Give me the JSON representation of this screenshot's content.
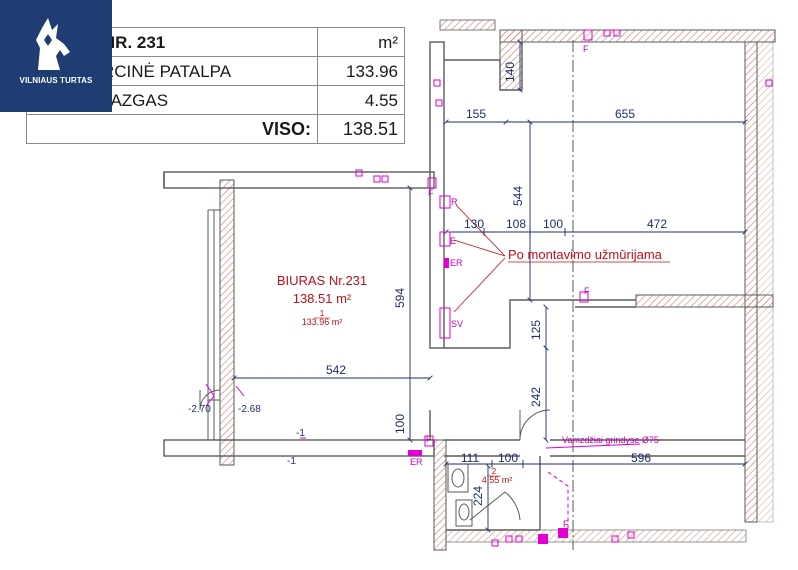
{
  "brand": {
    "name": "VILNIAUS TURTAS"
  },
  "area_table": {
    "title": "BIURAS NR. 231",
    "unit_header": "m²",
    "rows": [
      {
        "label": "1. KOMERCINĖ PATALPA",
        "value": "133.96"
      },
      {
        "label": "2. SAN. MAZGAS",
        "value": "4.55"
      }
    ],
    "total_label": "VISO:",
    "total_value": "138.51"
  },
  "plan": {
    "room_name": "BIURAS Nr.231",
    "room_area": "138.51 m²",
    "room1_number": "1",
    "room1_area": "133.96 m²",
    "room2_number": "2",
    "room2_area": "4.55 m²",
    "note_walls": "Po montavimo užmūrijama",
    "note_pipes": "Vamzdžiai grindyse Ø75",
    "dims": {
      "d140": "140",
      "d155": "155",
      "d655": "655",
      "d544": "544",
      "d130": "130",
      "d108": "108",
      "d100a": "100",
      "d472": "472",
      "d594": "594",
      "d542": "542",
      "d125": "125",
      "d242": "242",
      "d100b": "100",
      "d111": "111",
      "d100c": "100",
      "d596": "596",
      "d224": "224"
    },
    "levels": {
      "l1": "-2.70",
      "l2": "-2.68",
      "l3": "-1",
      "l4": "-1"
    },
    "tags": {
      "r": "R",
      "e": "E",
      "er1": "ER",
      "sv": "SV",
      "er2": "ER",
      "f1": "F",
      "f2": "F",
      "f3": "F",
      "f4": "F",
      "f5": "F"
    }
  },
  "colors": {
    "wall": "#5a5a5a",
    "hatch": "#c87d6a",
    "magenta": "#e000d0",
    "dim": "#1c2d6b",
    "annotation": "#c0101a"
  }
}
